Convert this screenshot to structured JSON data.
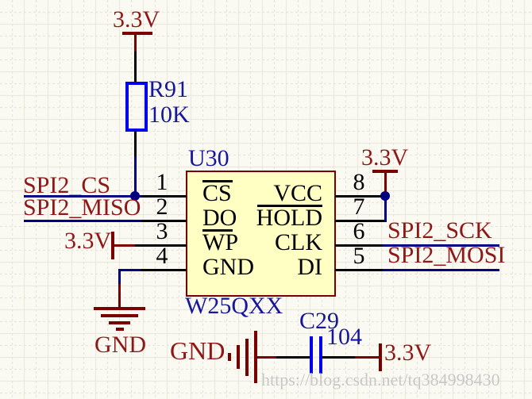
{
  "power": {
    "top": "3.3V",
    "right": "3.3V",
    "left": "3.3V",
    "bottom": "3.3V"
  },
  "gnd": {
    "left": "GND",
    "bottom": "GND"
  },
  "nets": {
    "cs": "SPI2_CS",
    "miso": "SPI2_MISO",
    "sck": "SPI2_SCK",
    "mosi": "SPI2_MOSI"
  },
  "ic": {
    "designator": "U30",
    "part": "W25QXX",
    "left_pins": [
      {
        "number": "1",
        "name": "CS",
        "overline": true
      },
      {
        "number": "2",
        "name": "DO",
        "overline": false
      },
      {
        "number": "3",
        "name": "WP",
        "overline": true
      },
      {
        "number": "4",
        "name": "GND",
        "overline": false
      }
    ],
    "right_pins": [
      {
        "number": "8",
        "name": "VCC",
        "overline": false
      },
      {
        "number": "7",
        "name": "HOLD",
        "overline": true
      },
      {
        "number": "6",
        "name": "CLK",
        "overline": false
      },
      {
        "number": "5",
        "name": "DI",
        "overline": false
      }
    ]
  },
  "resistor": {
    "designator": "R91",
    "value": "10K"
  },
  "capacitor": {
    "designator": "C29",
    "value": "104"
  },
  "watermark": {
    "text": "https://blog.csdn.net/tq384998430"
  },
  "colors": {
    "background": "#fbfaf2",
    "wire": "#000080",
    "pin": "#000000",
    "power_graphic": "#7a0000",
    "net_label_text": "#8e1818",
    "designator_text": "#17179b",
    "component_graphic": "#0000ee",
    "chip_fill": "#ffffc4",
    "chip_border": "#7a0000",
    "watermark_text": "#c8c8c8"
  }
}
